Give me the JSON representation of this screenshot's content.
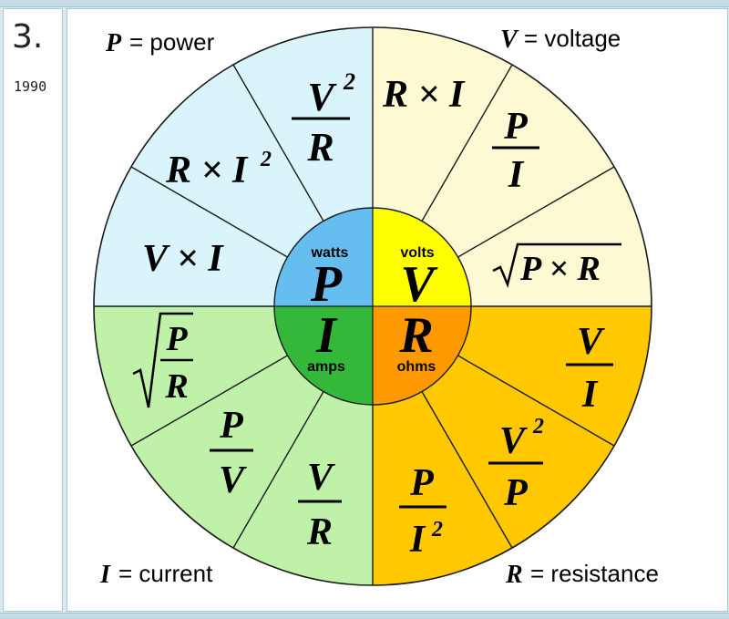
{
  "table": {
    "rank": "3.",
    "year": "1990"
  },
  "wheel": {
    "corner_labels": {
      "power": {
        "symbol": "P",
        "text": "= power"
      },
      "voltage": {
        "symbol": "V",
        "text": "= voltage"
      },
      "current": {
        "symbol": "I",
        "text": "= current"
      },
      "resistance": {
        "symbol": "R",
        "text": "= resistance"
      }
    },
    "center": {
      "p": {
        "unit": "watts",
        "symbol": "P"
      },
      "v": {
        "unit": "volts",
        "symbol": "V"
      },
      "i": {
        "unit": "amps",
        "symbol": "I"
      },
      "r": {
        "unit": "ohms",
        "symbol": "R"
      }
    },
    "formulas": {
      "p1": "V²/R",
      "p2": "R × I²",
      "p3": "V × I",
      "v1": "R × I",
      "v2": "P/I",
      "v3": "√(P × R)",
      "i1": "√(P/R)",
      "i2": "P/V",
      "i3": "V/R",
      "r1": "V/I",
      "r2": "V²/P",
      "r3": "P/I²"
    },
    "colors": {
      "power_outer": "#d9f4fb",
      "power_inner": "#66bdf0",
      "voltage_outer": "#fcf9d3",
      "voltage_inner": "#ffff00",
      "current_outer": "#bff2a8",
      "current_inner": "#33b83a",
      "resistance_outer": "#ffc800",
      "resistance_inner": "#ff9900"
    }
  }
}
